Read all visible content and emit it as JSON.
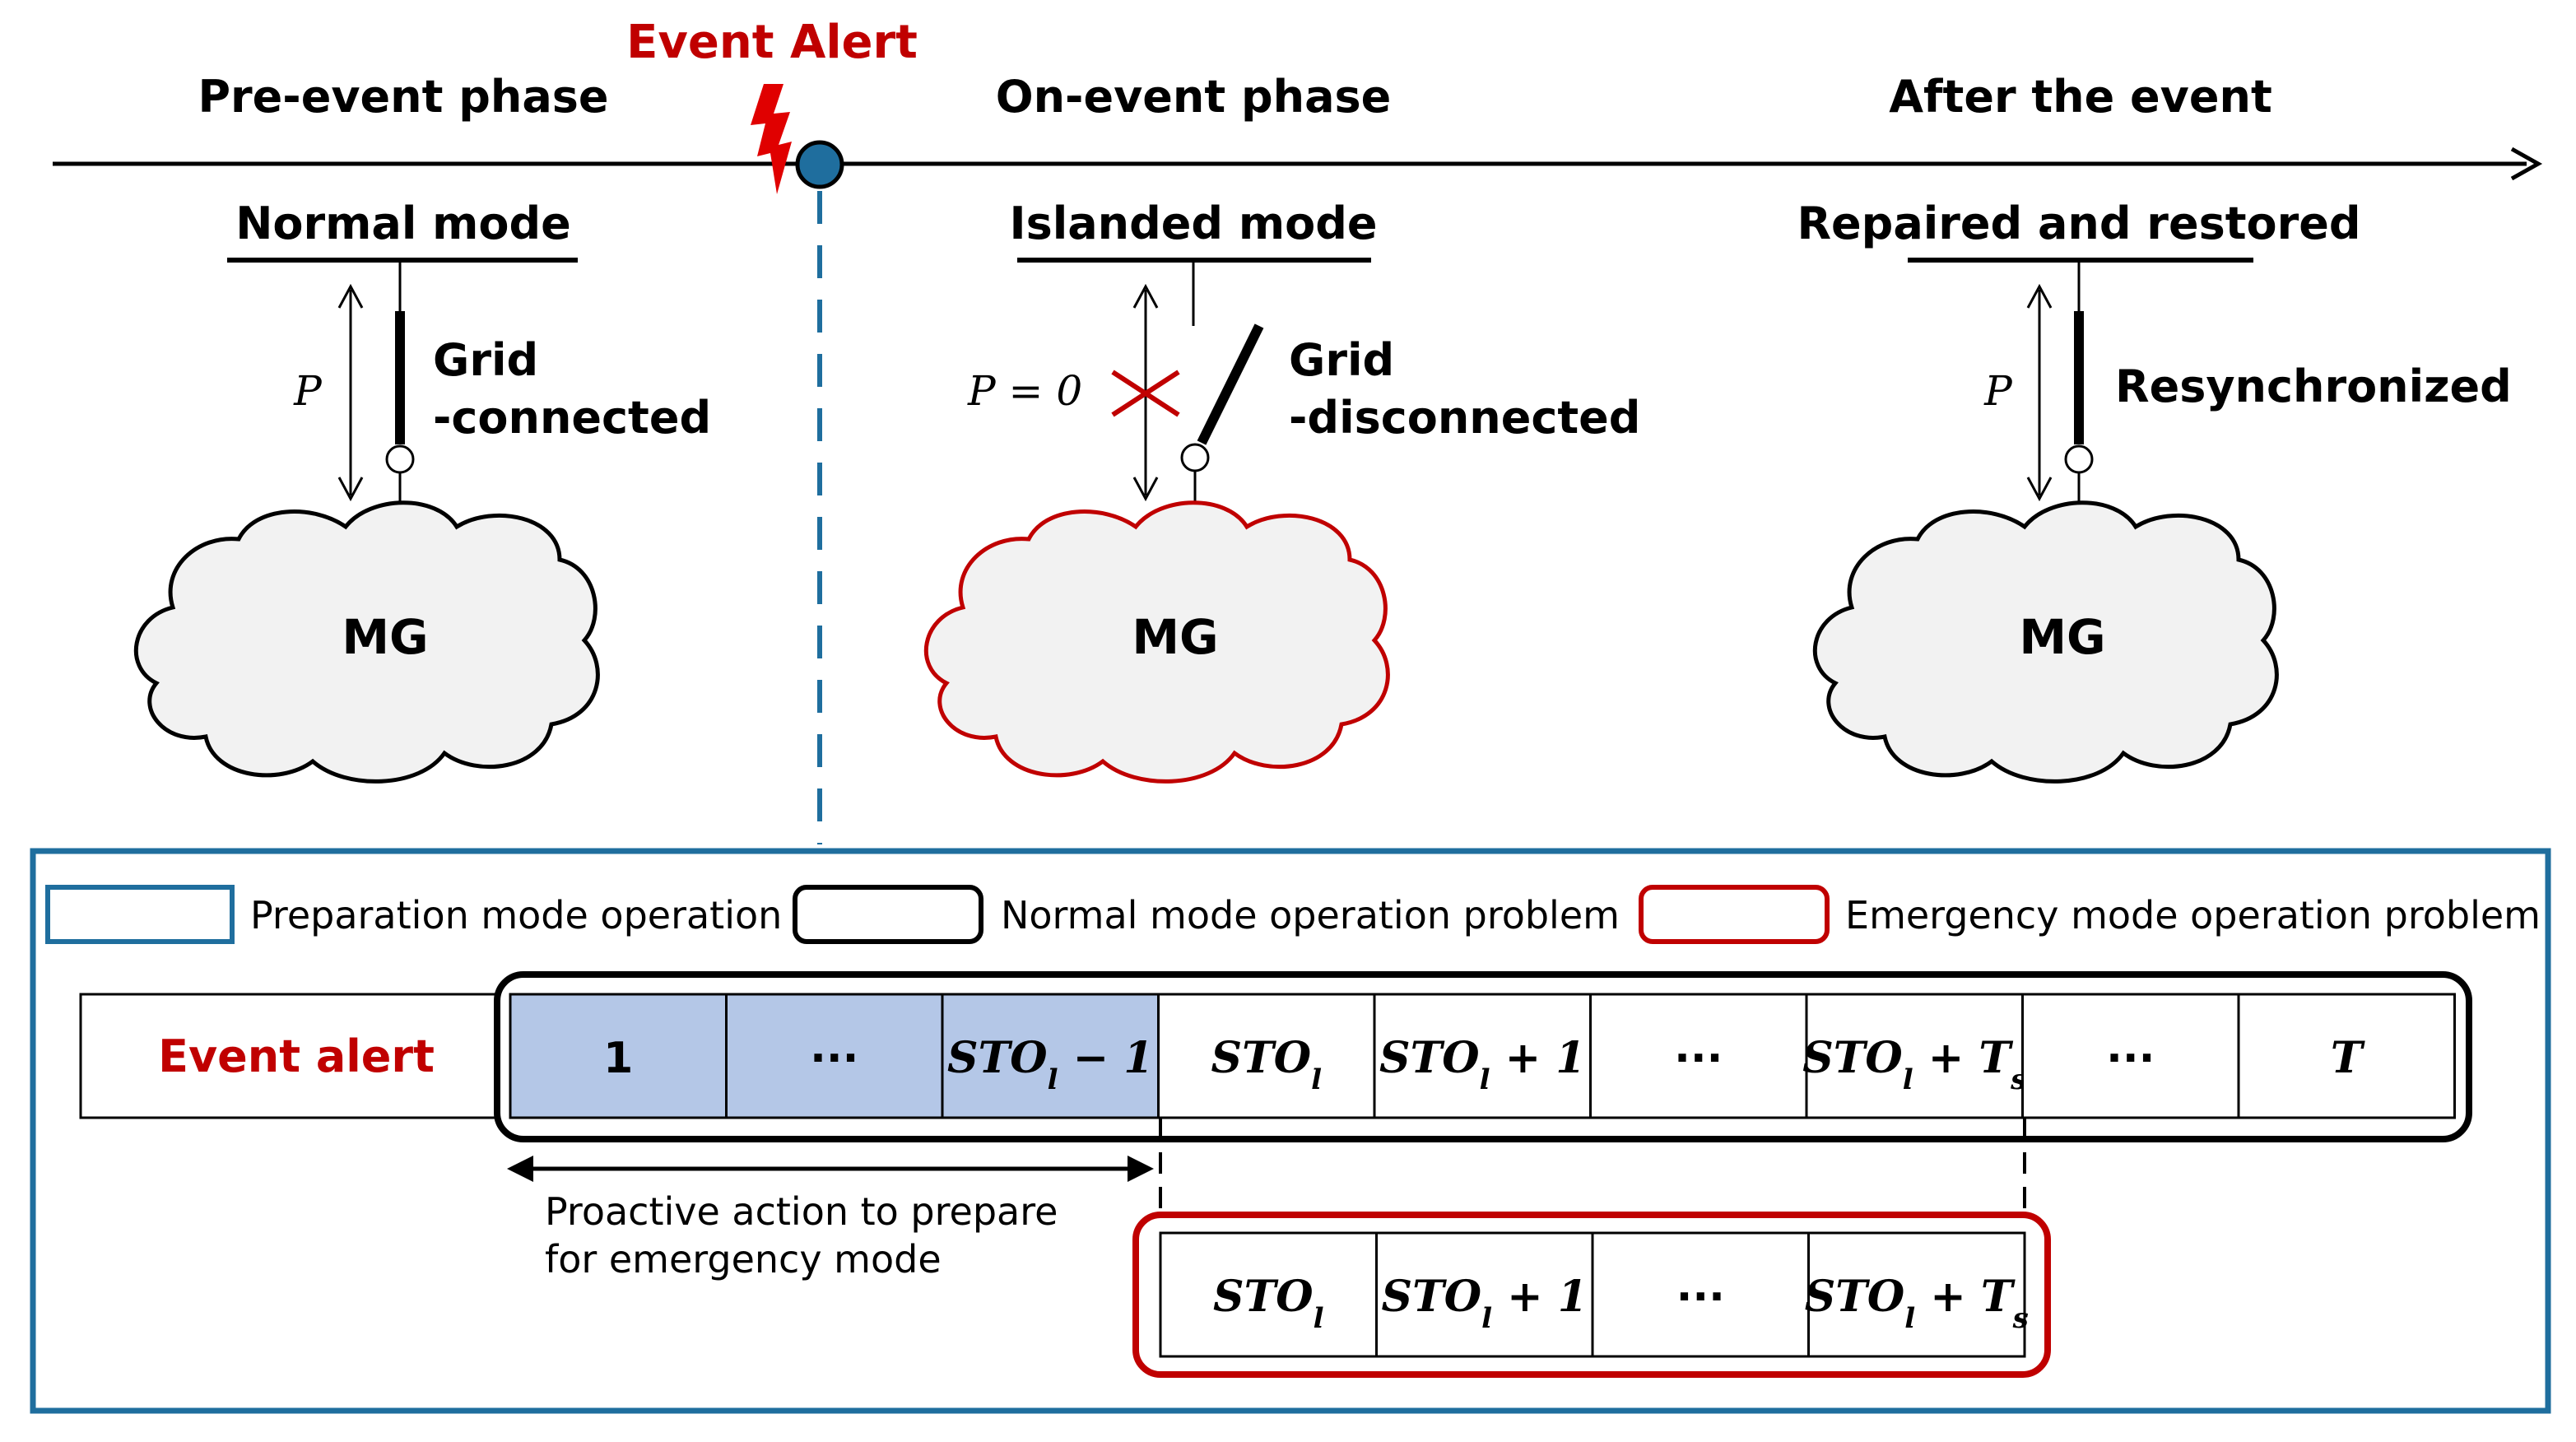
{
  "timeline": {
    "phase_pre": "Pre-event phase",
    "phase_on": "On-event phase",
    "phase_after": "After the event",
    "event_alert": "Event Alert"
  },
  "panels": {
    "pre": {
      "mode": "Normal mode",
      "power_label": "P",
      "status_line1": "Grid",
      "status_line2": "-connected",
      "cloud_label": "MG"
    },
    "on": {
      "mode": "Islanded mode",
      "power_label": "P = 0",
      "status_line1": "Grid",
      "status_line2": "-disconnected",
      "cloud_label": "MG"
    },
    "after": {
      "mode": "Repaired and restored",
      "power_label": "P",
      "status_line1": "Resynchronized",
      "cloud_label": "MG"
    }
  },
  "legend": {
    "preparation": "Preparation mode operation",
    "normal": "Normal mode operation problem",
    "emergency": "Emergency mode operation problem"
  },
  "schedule": {
    "event_alert_label": "Event alert",
    "top_row": [
      {
        "base": "1",
        "prep": true
      },
      {
        "base": "···",
        "prep": true
      },
      {
        "base": "STO",
        "sub": "l",
        "suffix": " − 1",
        "prep": true
      },
      {
        "base": "STO",
        "sub": "l",
        "prep": false
      },
      {
        "base": "STO",
        "sub": "l",
        "suffix": " + 1",
        "prep": false
      },
      {
        "base": "···",
        "prep": false
      },
      {
        "base": "STO",
        "sub": "l",
        "suffix": " + T",
        "suffix_sub": "s",
        "prep": false
      },
      {
        "base": "···",
        "prep": false
      },
      {
        "base": "T",
        "italic": true,
        "prep": false
      }
    ],
    "bottom_row": [
      {
        "base": "STO",
        "sub": "l"
      },
      {
        "base": "STO",
        "sub": "l",
        "suffix": " + 1"
      },
      {
        "base": "···"
      },
      {
        "base": "STO",
        "sub": "l",
        "suffix": " + T",
        "suffix_sub": "s"
      }
    ],
    "proactive_line1": "Proactive action to prepare",
    "proactive_line2": "for emergency mode"
  },
  "colors": {
    "red": "#c00000",
    "blue_frame": "#1f6e9e",
    "prep_fill": "#b4c7e7",
    "cloud_fill": "#f2f2f2",
    "alert_dot": "#1f6e9e"
  }
}
